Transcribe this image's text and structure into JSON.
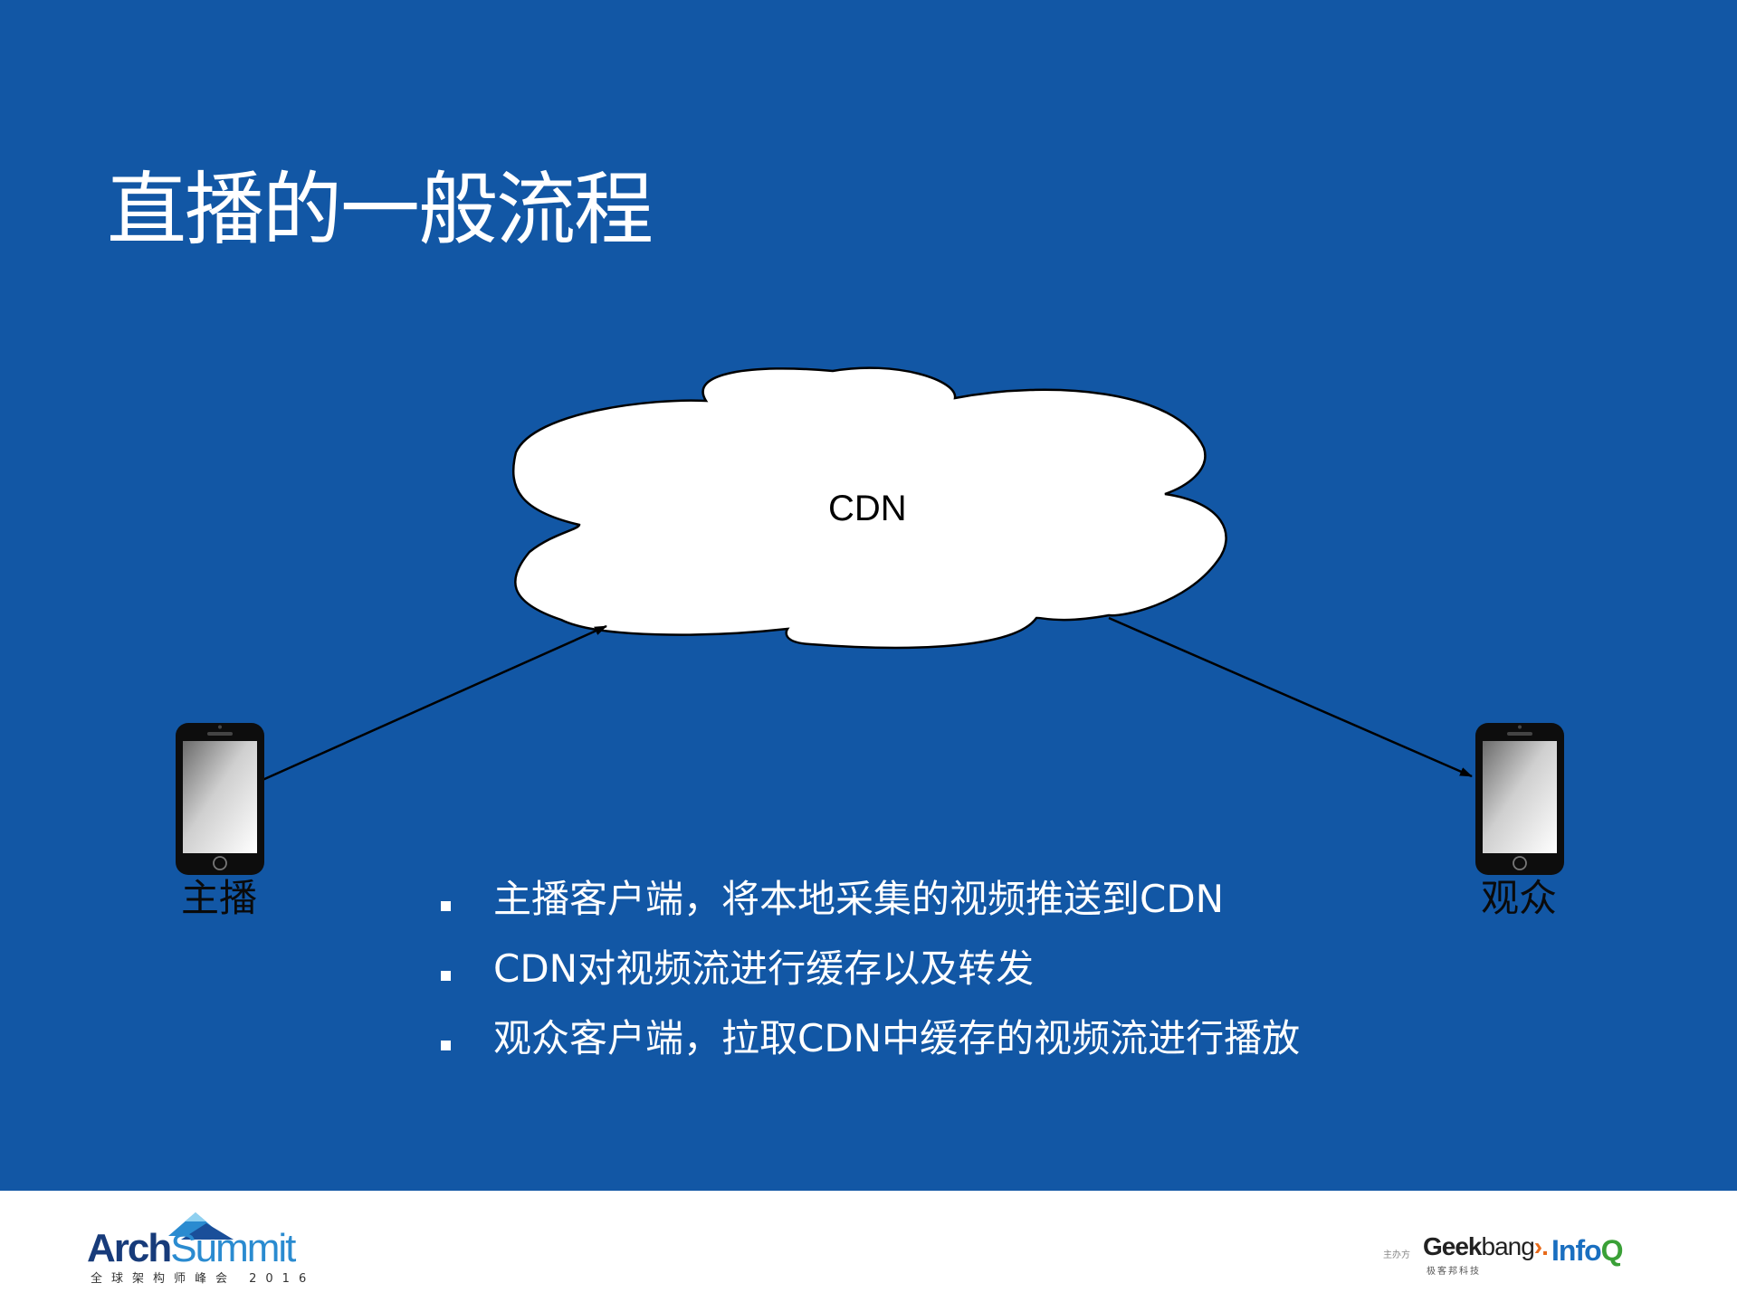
{
  "slide": {
    "title": "直播的一般流程",
    "background_color": "#1257a5"
  },
  "diagram": {
    "cloud_label": "CDN",
    "broadcaster_label": "主播",
    "viewer_label": "观众",
    "broadcaster_icon": "smartphone-icon",
    "viewer_icon": "smartphone-icon"
  },
  "bullets": [
    "主播客户端，将本地采集的视频推送到CDN",
    "CDN对视频流进行缓存以及转发",
    "观众客户端，拉取CDN中缓存的视频流进行播放"
  ],
  "footer": {
    "left_logo": {
      "text_arch": "Arch",
      "text_summit": "Summit",
      "subtitle": "全球架构师峰会 2016"
    },
    "right_logo": {
      "host_label": "主办方",
      "geek": "Geek",
      "bang": "bang",
      "arrow": "›.",
      "geek_sub": "极客邦科技",
      "infoq": "Info",
      "infoq_q": "Q"
    }
  }
}
